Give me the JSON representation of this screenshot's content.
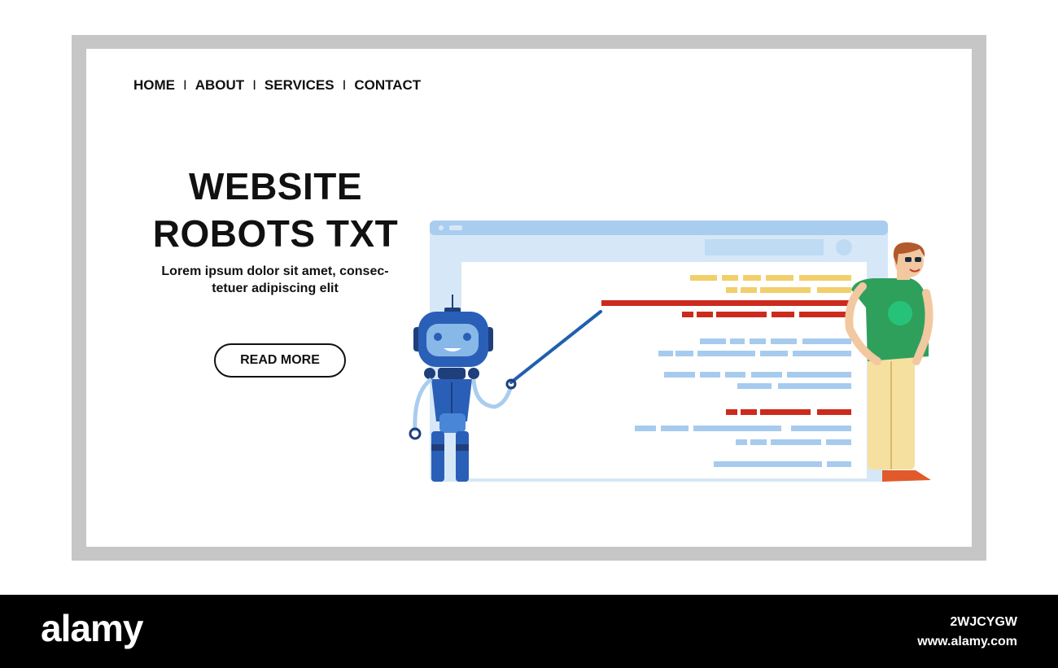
{
  "nav": {
    "items": [
      "HOME",
      "ABOUT",
      "SERVICES",
      "CONTACT"
    ],
    "separator": "I"
  },
  "hero": {
    "title_line1": "WEBSITE",
    "title_line2": "ROBOTS TXT",
    "subtitle_line1": "Lorem ipsum dolor sit amet, consec-",
    "subtitle_line2": "tetuer adipiscing elit",
    "button_label": "READ MORE"
  },
  "footer": {
    "brand": "alamy",
    "image_id": "2WJCYGW",
    "url": "www.alamy.com"
  },
  "colors": {
    "browser_light": "#d6e8f7",
    "browser_bar": "#a9cdef",
    "code_blue": "#a6cbee",
    "code_red": "#cc2a1d",
    "code_yellow": "#f2cf6a",
    "robot_blue": "#2a5fb8",
    "shirt_green": "#2fa05c",
    "pants_yellow": "#f6e0a0"
  },
  "icons": [
    "robot-figure",
    "man-figure",
    "pointer-stick"
  ]
}
